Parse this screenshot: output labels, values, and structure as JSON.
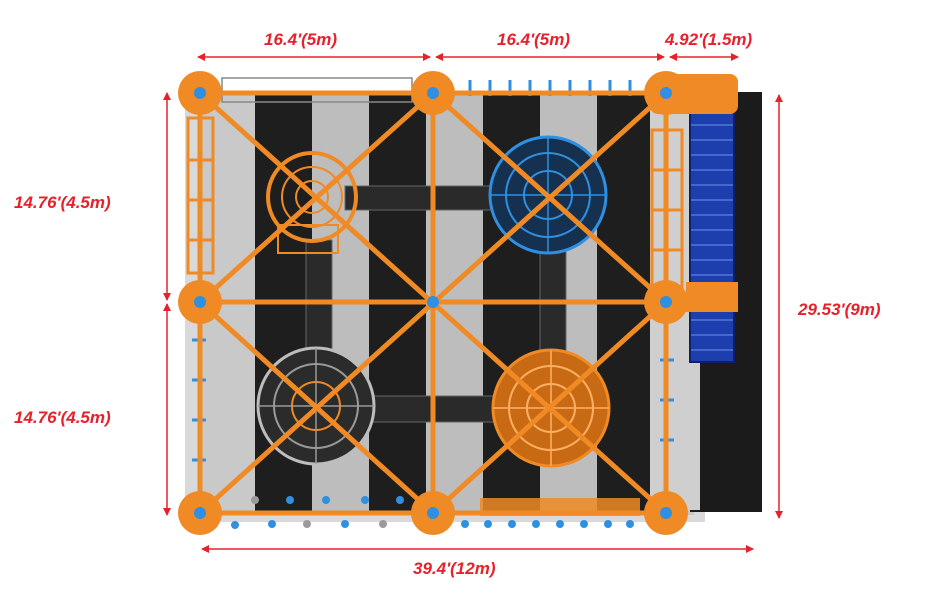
{
  "dimensions": {
    "top_left": "16.4'(5m)",
    "top_middle": "16.4'(5m)",
    "top_right": "4.92'(1.5m)",
    "left_upper": "14.76'(4.5m)",
    "left_lower": "14.76'(4.5m)",
    "right_total": "29.53'(9m)",
    "bottom_total": "39.4'(12m)"
  },
  "colors": {
    "dimension_red": "#e8202a",
    "frame_orange": "#f08a24",
    "accent_blue": "#2f8fe0",
    "stair_blue": "#1d3fae",
    "floor_dark": "#1e1e1e",
    "floor_light": "#b9b9b9"
  }
}
